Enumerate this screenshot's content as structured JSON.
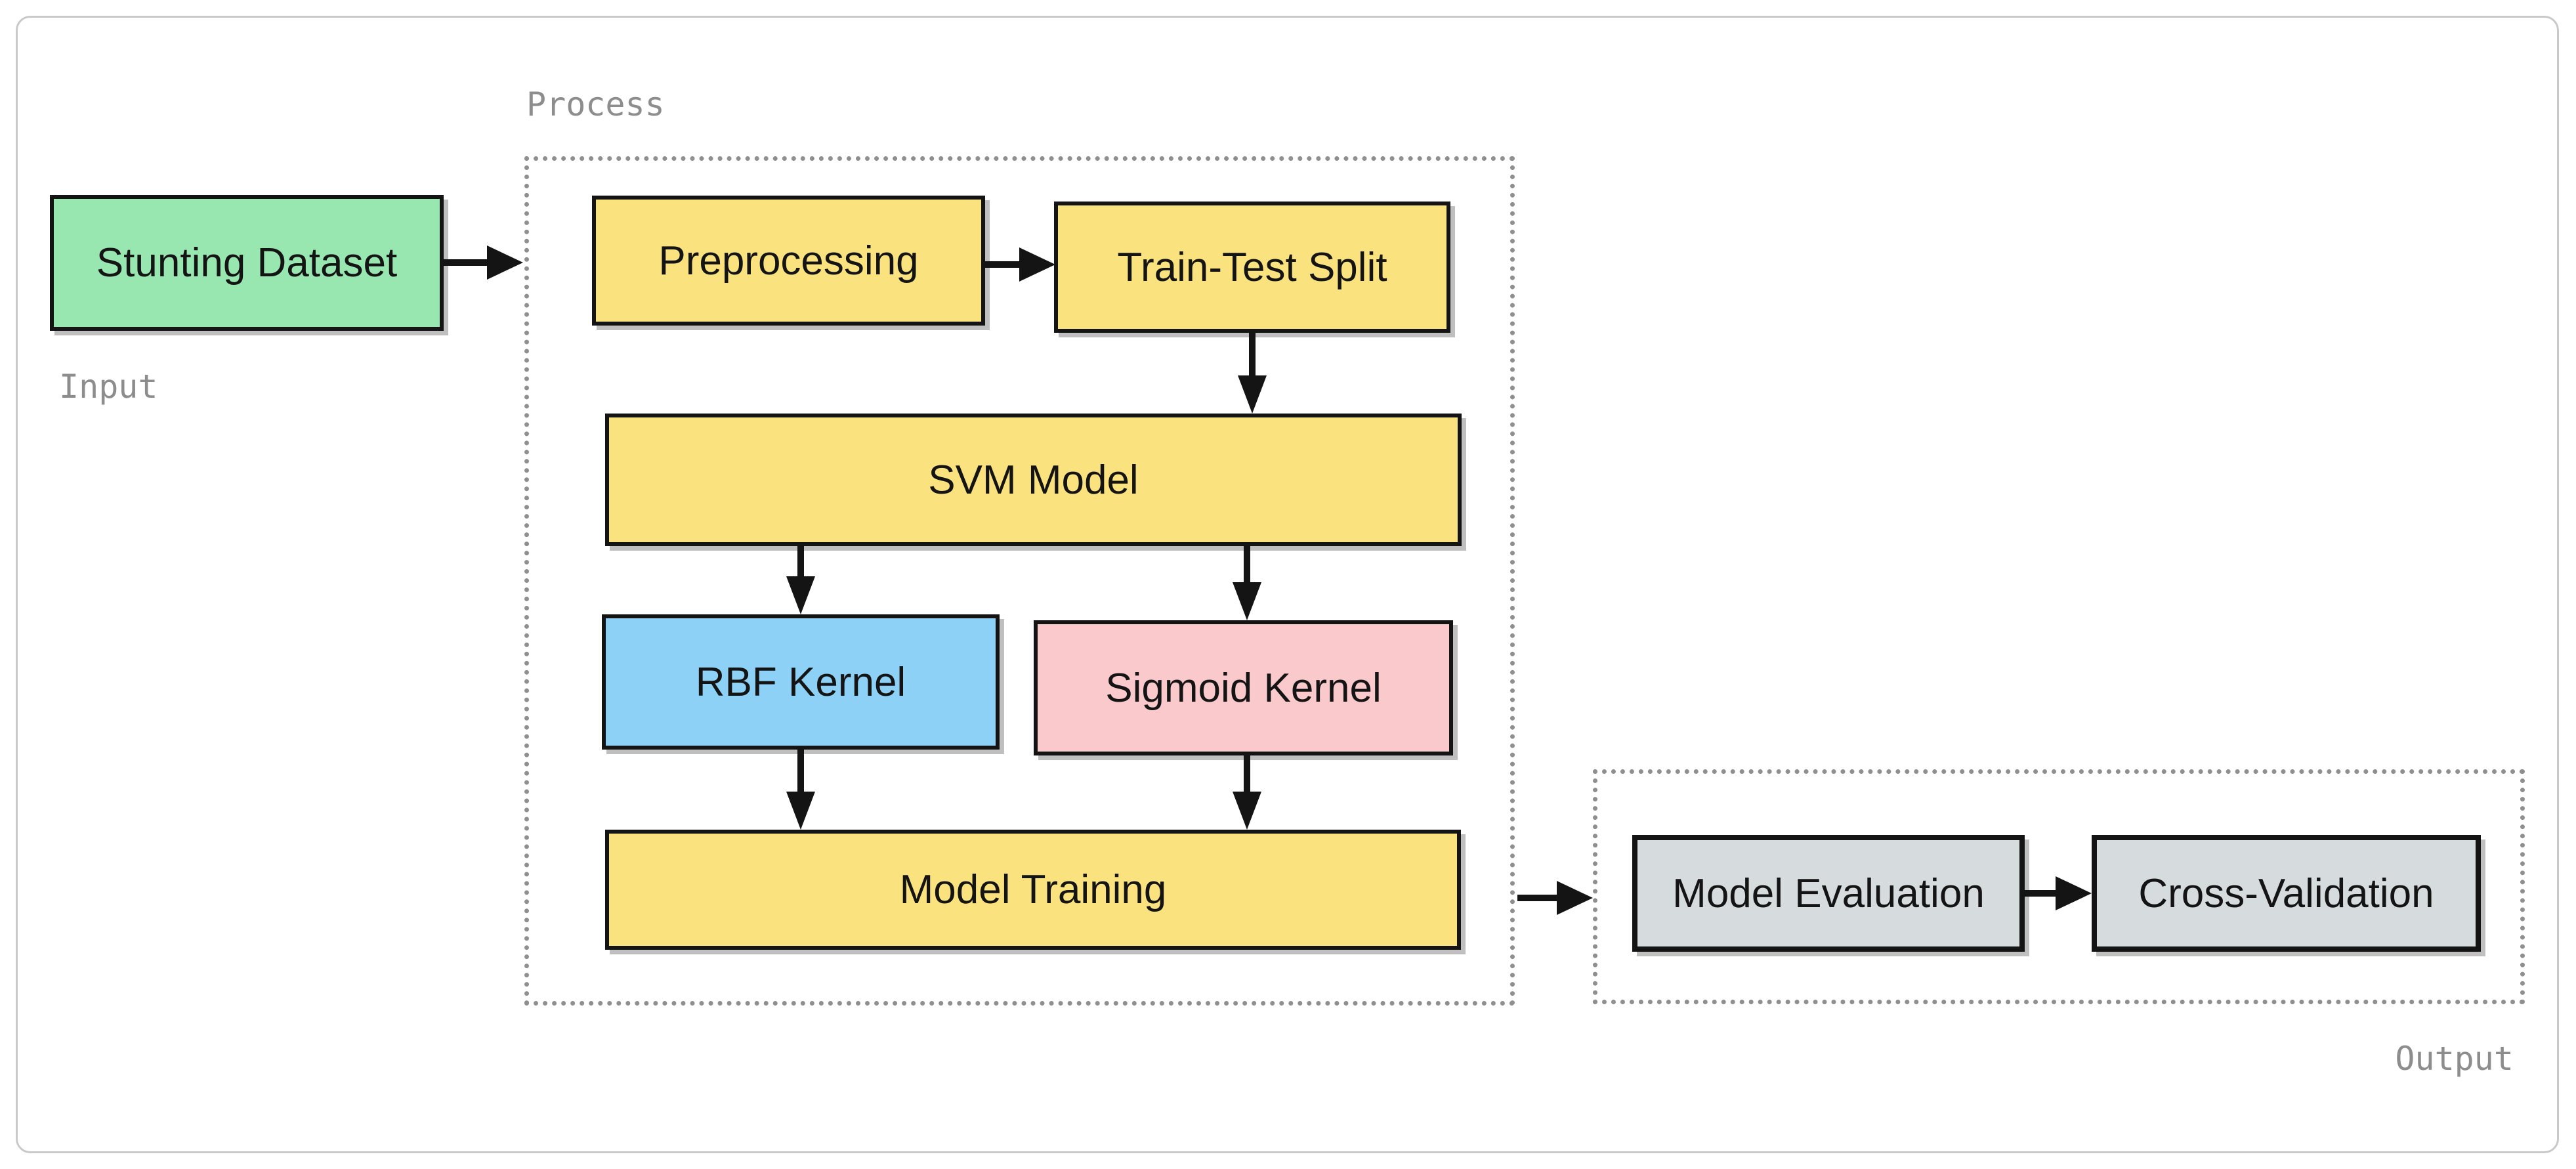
{
  "diagram": {
    "title_labels": {
      "input": "Input",
      "process": "Process",
      "output": "Output"
    },
    "nodes": {
      "stunting_dataset": {
        "label": "Stunting Dataset",
        "fill": "#98e7b1"
      },
      "preprocessing": {
        "label": "Preprocessing",
        "fill": "#fae37e"
      },
      "train_test_split": {
        "label": "Train-Test Split",
        "fill": "#fae37e"
      },
      "svm_model": {
        "label": "SVM Model",
        "fill": "#fae37e"
      },
      "rbf_kernel": {
        "label": "RBF Kernel",
        "fill": "#8dd2f6"
      },
      "sigmoid_kernel": {
        "label": "Sigmoid Kernel",
        "fill": "#fac9cc"
      },
      "model_training": {
        "label": "Model Training",
        "fill": "#fae37e"
      },
      "model_evaluation": {
        "label": "Model Evaluation",
        "fill": "#d6dbde"
      },
      "cross_validation": {
        "label": "Cross-Validation",
        "fill": "#d6dbde"
      }
    },
    "colors": {
      "node_border": "#141414",
      "group_border_dotted": "#8f8f8f",
      "label_gray": "#8d8d8d",
      "frame_border": "#c9c9c9",
      "arrow": "#141414",
      "background": "#ffffff"
    },
    "edges": [
      {
        "from": "stunting_dataset",
        "to": "process_group"
      },
      {
        "from": "preprocessing",
        "to": "train_test_split"
      },
      {
        "from": "train_test_split",
        "to": "svm_model"
      },
      {
        "from": "svm_model",
        "to": "rbf_kernel"
      },
      {
        "from": "svm_model",
        "to": "sigmoid_kernel"
      },
      {
        "from": "rbf_kernel",
        "to": "model_training"
      },
      {
        "from": "sigmoid_kernel",
        "to": "model_training"
      },
      {
        "from": "model_training",
        "to": "output_group"
      },
      {
        "from": "model_evaluation",
        "to": "cross_validation"
      }
    ]
  }
}
